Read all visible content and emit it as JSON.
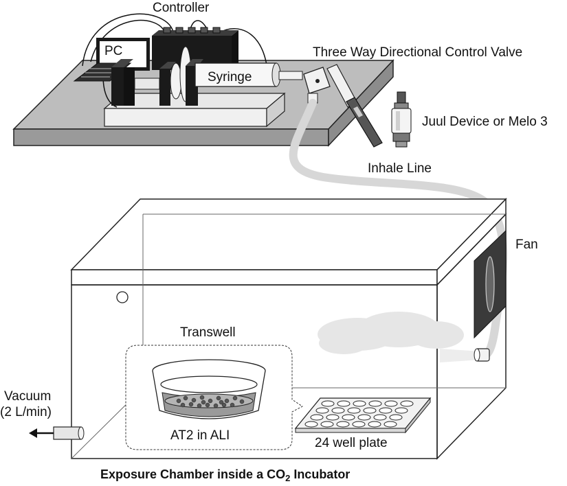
{
  "labels": {
    "controller": "Controller",
    "pc": "PC",
    "syringe": "Syringe",
    "valve": "Three Way Directional Control Valve",
    "device": "Juul Device or Melo 3",
    "inhale_line": "Inhale Line",
    "fan": "Fan",
    "transwell": "Transwell",
    "vacuum_line1": "Vacuum",
    "vacuum_line2": "(2 L/min)",
    "cells": "AT2 in ALI",
    "plate": "24 well plate"
  },
  "caption": {
    "prefix": "Exposure Chamber inside a CO",
    "subscript": "2",
    "suffix": " Incubator"
  },
  "colors": {
    "platform_top": "#bdbdbd",
    "platform_side": "#9a9a9a",
    "dark_block": "#1a1a1a",
    "tube": "#d7d7d7",
    "fan": "#3a3a3a",
    "smoke": "#e6e6e6"
  }
}
